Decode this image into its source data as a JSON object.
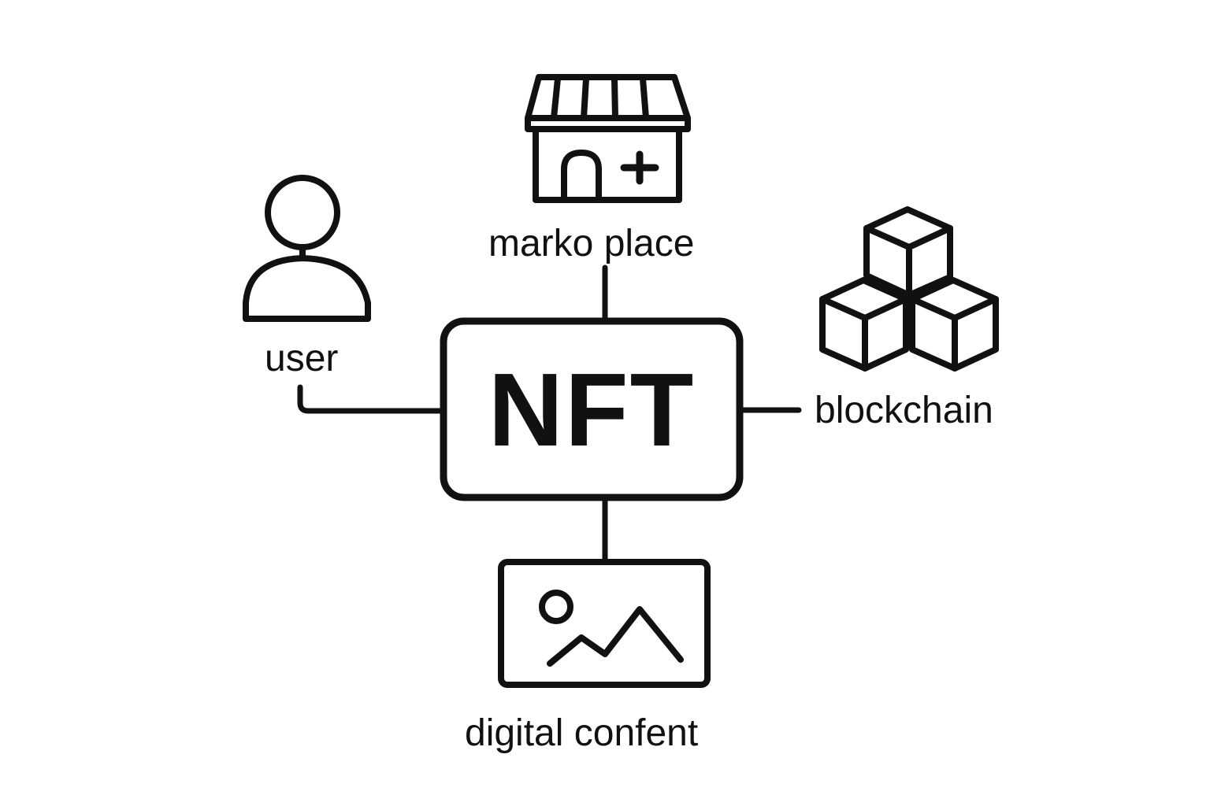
{
  "center": {
    "label": "NFT"
  },
  "nodes": {
    "marketplace": {
      "label": "marko place",
      "icon": "storefront-icon"
    },
    "user": {
      "label": "user",
      "icon": "user-icon"
    },
    "blockchain": {
      "label": "blockchain",
      "icon": "cubes-icon"
    },
    "digital_content": {
      "label": "digital confent",
      "icon": "image-icon"
    }
  },
  "colors": {
    "stroke": "#111111",
    "background": "#ffffff"
  }
}
